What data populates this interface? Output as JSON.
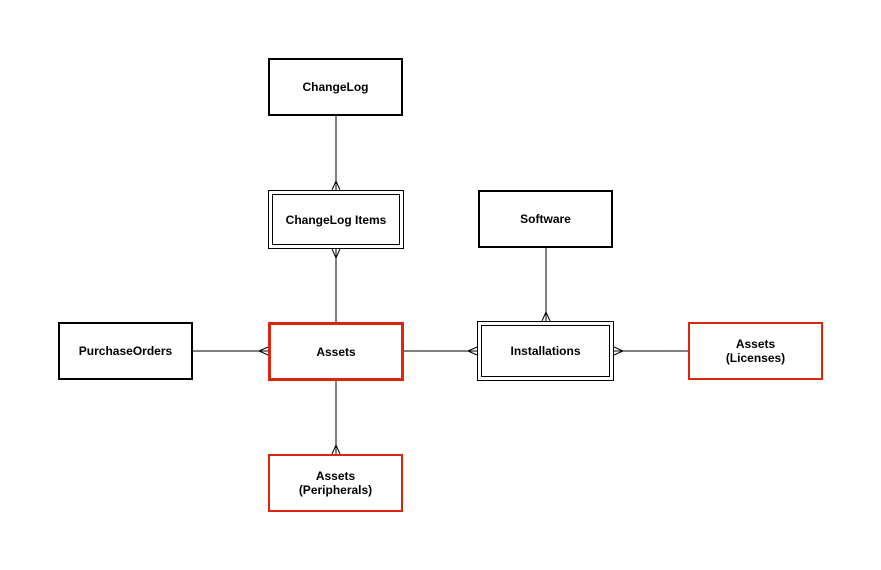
{
  "diagram": {
    "entities": {
      "changelog": {
        "label": "ChangeLog",
        "kind": "strong"
      },
      "changelog_items": {
        "label": "ChangeLog Items",
        "kind": "weak"
      },
      "software": {
        "label": "Software",
        "kind": "strong"
      },
      "purchase_orders": {
        "label": "PurchaseOrders",
        "kind": "strong"
      },
      "assets": {
        "label": "Assets",
        "kind": "highlighted"
      },
      "installations": {
        "label": "Installations",
        "kind": "weak"
      },
      "assets_licenses": {
        "label": "Assets\n(Licenses)",
        "kind": "highlighted"
      },
      "assets_peripherals": {
        "label": "Assets\n(Peripherals)",
        "kind": "highlighted"
      }
    },
    "relationships": [
      {
        "from": "changelog",
        "to": "changelog_items",
        "from_end": "one",
        "to_end": "many"
      },
      {
        "from": "changelog_items",
        "to": "assets",
        "from_end": "many",
        "to_end": "one"
      },
      {
        "from": "software",
        "to": "installations",
        "from_end": "one",
        "to_end": "many"
      },
      {
        "from": "purchase_orders",
        "to": "assets",
        "from_end": "one",
        "to_end": "many"
      },
      {
        "from": "assets",
        "to": "installations",
        "from_end": "one",
        "to_end": "many"
      },
      {
        "from": "installations",
        "to": "assets_licenses",
        "from_end": "many",
        "to_end": "one"
      },
      {
        "from": "assets",
        "to": "assets_peripherals",
        "from_end": "one",
        "to_end": "many"
      }
    ],
    "colors": {
      "line": "#000000",
      "entity_border": "#000000",
      "highlight_border": "#d9260d",
      "background": "#ffffff"
    }
  }
}
